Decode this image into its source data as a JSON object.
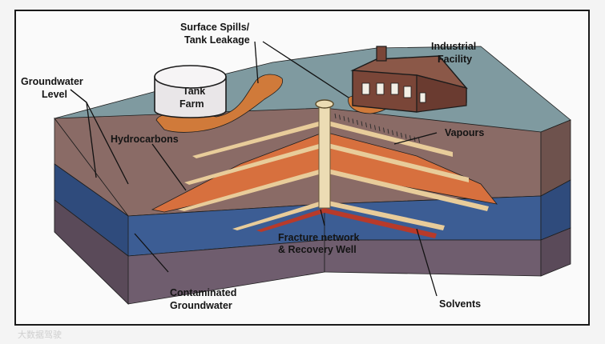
{
  "labels": {
    "surface_spills": [
      "Surface Spills/",
      "Tank Leakage"
    ],
    "industrial_facility": [
      "Industrial",
      "Facility"
    ],
    "groundwater_level": [
      "Groundwater",
      "Level"
    ],
    "tank_farm": [
      "Tank",
      "Farm"
    ],
    "hydrocarbons": "Hydrocarbons",
    "vapours": "Vapours",
    "fracture_network": [
      "Fracture network",
      "& Recovery Well"
    ],
    "contaminated_groundwater": [
      "Contaminated",
      "Groundwater"
    ],
    "solvents": "Solvents"
  },
  "colors": {
    "surface_top": "#7f9aa0",
    "soil": "#8a6b66",
    "groundwater": "#3c5d94",
    "bedrock": "#6f5d6e",
    "spill": "#d07a3a",
    "plume": "#d7703e",
    "fracture": "#e8cc9a",
    "well": "#ecdcb4",
    "solvent": "#b83a2a",
    "building": "#7a4638"
  },
  "watermark": "大数据驾驶"
}
